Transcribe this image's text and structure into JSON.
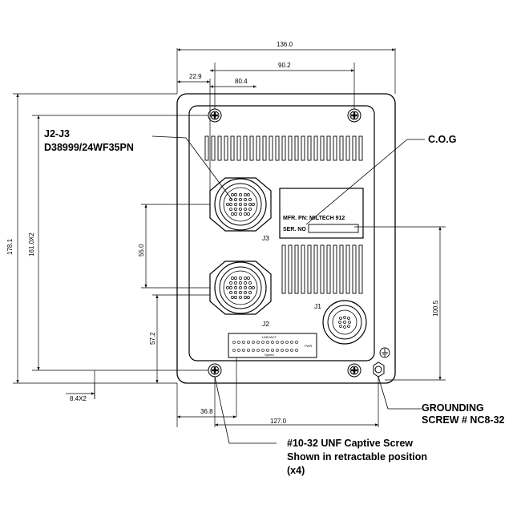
{
  "dimensions": {
    "width_overall": "136.0",
    "hole_spacing_top": "90.2",
    "j3_offset": "80.4",
    "left_offset": "22.9",
    "height_overall": "178.1",
    "hole_spacing_vertical": "161.0X2",
    "connector_spacing": "55.0",
    "j2_height": "57.2",
    "cog_height": "100.5",
    "hole_inset": "8.4X2",
    "j2_offset_bottom": "36.8",
    "hole_spacing_bottom": "127.0"
  },
  "callouts": {
    "j2_j3_line1": "J2-J3",
    "j2_j3_line2": "D38999/24WF35PN",
    "cog": "C.O.G",
    "grounding_line1": "GROUNDING",
    "grounding_line2": "SCREW # NC8-32",
    "captive_line1": "#10-32 UNF Captive Screw",
    "captive_line2": "Shown in retractable position",
    "captive_line3": "(x4)"
  },
  "connectors": {
    "j1": "J1",
    "j2": "J2",
    "j3": "J3"
  },
  "nameplate": {
    "mfr_label": "MFR. PN: MILTECH 912",
    "ser_label": "SER. NO"
  },
  "status_panel": {
    "top": "LINK/ACT",
    "right": "PWR",
    "bottom": "Speed"
  },
  "icons": {
    "ground": "ground-symbol-icon",
    "screw": "phillips-screw-icon"
  }
}
